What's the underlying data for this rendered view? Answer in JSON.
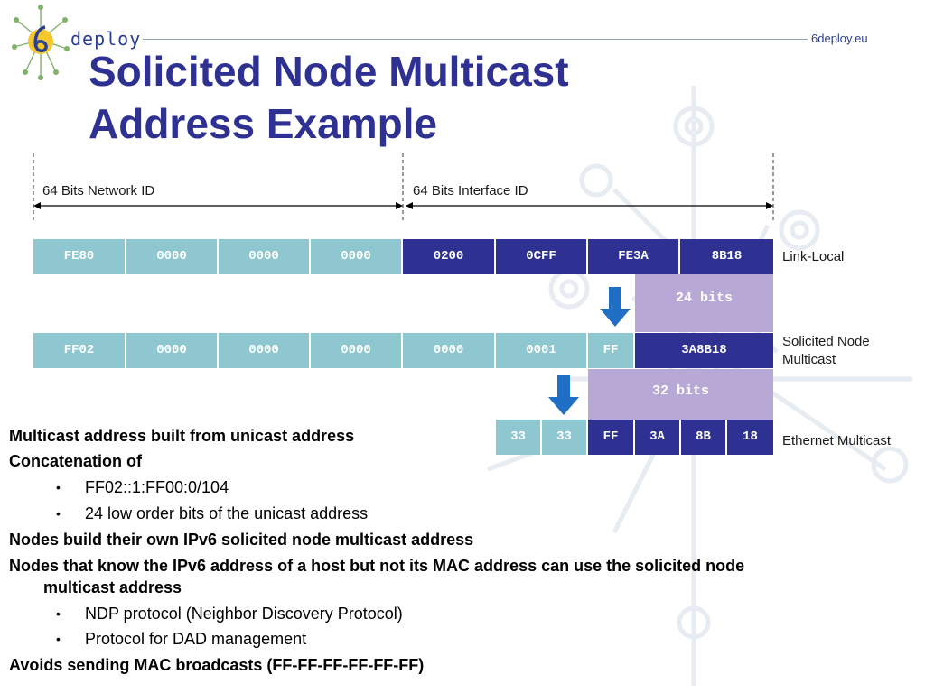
{
  "header": {
    "brand": "deploy",
    "site": "6deploy.eu"
  },
  "title": {
    "line1": "Solicited Node Multicast",
    "line2": "Address Example"
  },
  "diagram": {
    "network_id_label": "64 Bits Network ID",
    "interface_id_label": "64 Bits Interface ID",
    "link_local": {
      "label": "Link-Local",
      "groups": [
        "FE80",
        "0000",
        "0000",
        "0000",
        "0200",
        "0CFF",
        "FE3A",
        "8B18"
      ]
    },
    "bits24": "24 bits",
    "solicited": {
      "label_line1": "Solicited Node",
      "label_line2": "Multicast",
      "groups": [
        "FF02",
        "0000",
        "0000",
        "0000",
        "0000",
        "0001",
        "FF",
        "3A8B18"
      ]
    },
    "bits32": "32 bits",
    "ethernet": {
      "label": "Ethernet Multicast",
      "bytes": [
        "33",
        "33",
        "FF",
        "3A",
        "8B",
        "18"
      ]
    },
    "colors": {
      "light": "#8ec7d0",
      "dark": "#2e3192",
      "purple": "#b8a8d6",
      "arrow": "#1f6fc5"
    }
  },
  "body": {
    "p1": "Multicast address built from unicast address",
    "p2": "Concatenation of",
    "b1": "FF02::1:FF00:0/104",
    "b2": "24 low order bits of the unicast address",
    "p3": "Nodes build their own IPv6 solicited node multicast address",
    "p4_line1": "Nodes that know the IPv6 address of a host but not its MAC address can use the solicited node",
    "p4_line2": "multicast address",
    "b3": "NDP protocol (Neighbor Discovery Protocol)",
    "b4": "Protocol for DAD management",
    "p5": "Avoids sending MAC broadcasts (FF-FF-FF-FF-FF-FF)"
  }
}
